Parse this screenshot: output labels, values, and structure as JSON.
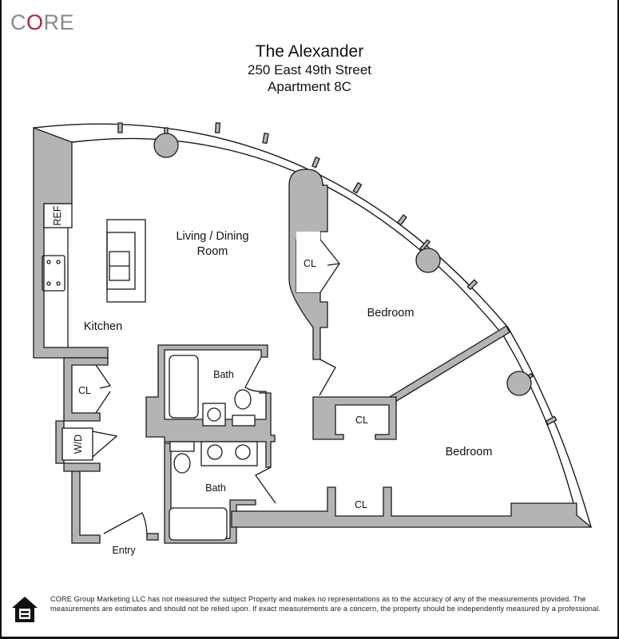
{
  "logo": {
    "text_c": "C",
    "text_o": "O",
    "text_re": "RE",
    "brand_color": "#b3203e",
    "gray_color": "#8a8a8a"
  },
  "header": {
    "building_name": "The Alexander",
    "address": "250 East 49th Street",
    "unit": "Apartment 8C"
  },
  "rooms": {
    "living_dining_line1": "Living / Dining",
    "living_dining_line2": "Room",
    "kitchen": "Kitchen",
    "bedroom_1": "Bedroom",
    "bedroom_2": "Bedroom",
    "bath_1": "Bath",
    "bath_2": "Bath",
    "closet_bedroom1": "CL",
    "closet_bedroom2_upper": "CL",
    "closet_bedroom2_lower": "CL",
    "closet_hall": "CL",
    "washer_dryer": "W/D",
    "refrigerator": "REF",
    "entry": "Entry"
  },
  "colors": {
    "wall_fill": "#b4b4b4",
    "wall_stroke": "#1a1a1a",
    "background": "#ffffff"
  },
  "footer": {
    "icon": "equal-housing-opportunity-icon",
    "disclaimer": "CORE Group Marketing LLC has not measured the subject Property and makes no representations as to the accuracy of any of the measurements provided. The measurements are estimates and should not be relied upon. If exact measurements are a concern, the property should be independently measured by a professional."
  }
}
